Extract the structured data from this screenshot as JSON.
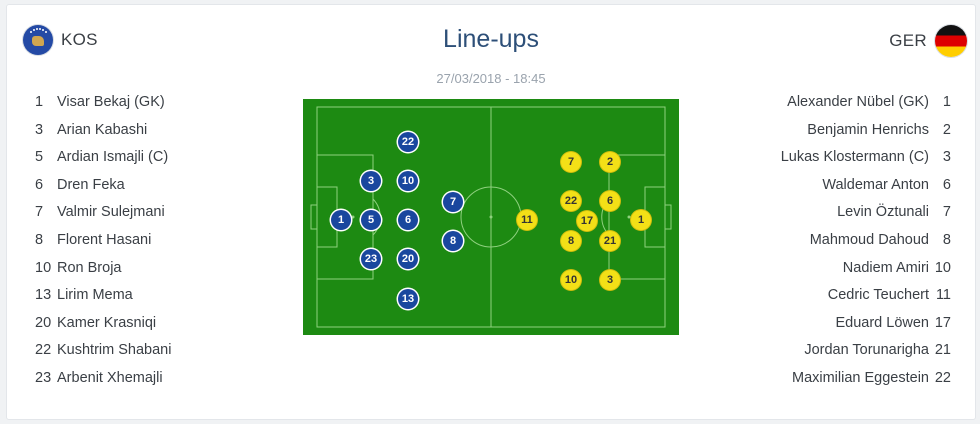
{
  "match": {
    "title": "Line-ups",
    "datetime": "27/03/2018 - 18:45",
    "home": {
      "code": "KOS",
      "flag_icon": "kosovo-flag-icon",
      "color": "#19479e"
    },
    "away": {
      "code": "GER",
      "flag_icon": "germany-flag-icon",
      "color": "#f3e017"
    }
  },
  "home_players": [
    {
      "number": "1",
      "name": "Visar Bekaj (GK)"
    },
    {
      "number": "3",
      "name": "Arian Kabashi"
    },
    {
      "number": "5",
      "name": "Ardian Ismajli (C)"
    },
    {
      "number": "6",
      "name": "Dren Feka"
    },
    {
      "number": "7",
      "name": "Valmir Sulejmani"
    },
    {
      "number": "8",
      "name": "Florent Hasani"
    },
    {
      "number": "10",
      "name": "Ron Broja"
    },
    {
      "number": "13",
      "name": "Lirim Mema"
    },
    {
      "number": "20",
      "name": "Kamer Krasniqi"
    },
    {
      "number": "22",
      "name": "Kushtrim Shabani"
    },
    {
      "number": "23",
      "name": "Arbenit Xhemajli"
    }
  ],
  "away_players": [
    {
      "number": "1",
      "name": "Alexander Nübel (GK)"
    },
    {
      "number": "2",
      "name": "Benjamin Henrichs"
    },
    {
      "number": "3",
      "name": "Lukas Klostermann (C)"
    },
    {
      "number": "6",
      "name": "Waldemar Anton"
    },
    {
      "number": "7",
      "name": "Levin Öztunali"
    },
    {
      "number": "8",
      "name": "Mahmoud Dahoud"
    },
    {
      "number": "10",
      "name": "Nadiem Amiri"
    },
    {
      "number": "11",
      "name": "Cedric Teuchert"
    },
    {
      "number": "17",
      "name": "Eduard Löwen"
    },
    {
      "number": "21",
      "name": "Jordan Torunarigha"
    },
    {
      "number": "22",
      "name": "Maximilian Eggestein"
    }
  ],
  "pitch_colors": {
    "grass": "#1d8a12",
    "lines": "#8fd17f"
  }
}
